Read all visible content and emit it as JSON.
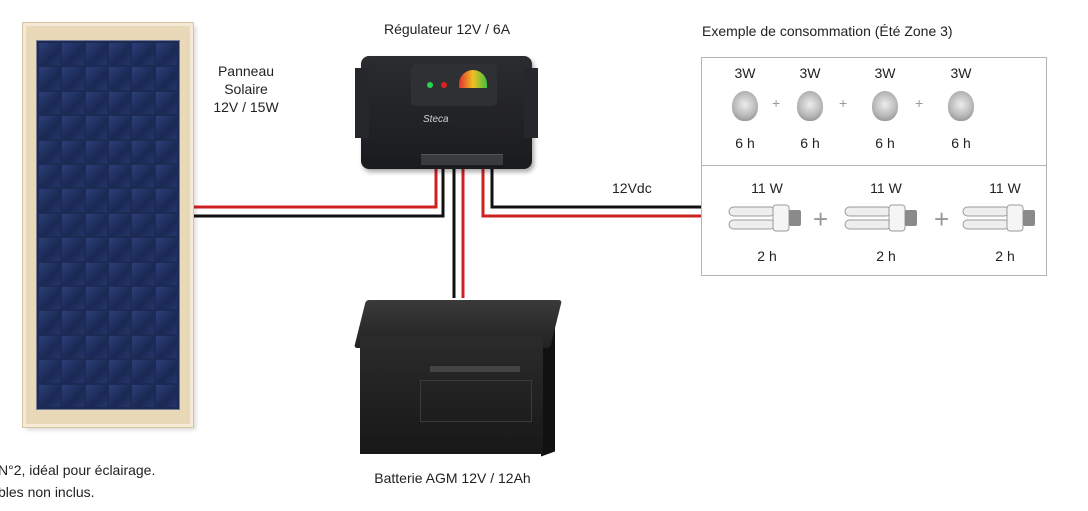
{
  "panel": {
    "label_line1": "Panneau",
    "label_line2": "Solaire",
    "label_line3": "12V / 15W"
  },
  "regulator": {
    "label": "Régulateur 12V / 6A",
    "brand": "Steca"
  },
  "battery": {
    "label": "Batterie AGM 12V / 12Ah"
  },
  "wire": {
    "label": "12Vdc",
    "color_red": "#cc2222",
    "color_black": "#111111"
  },
  "consumption": {
    "title": "Exemple de consommation (Été Zone 3)",
    "leds": [
      {
        "power": "3W",
        "hours": "6 h"
      },
      {
        "power": "3W",
        "hours": "6 h"
      },
      {
        "power": "3W",
        "hours": "6 h"
      },
      {
        "power": "3W",
        "hours": "6 h"
      }
    ],
    "cfls": [
      {
        "power": "11 W",
        "hours": "2 h"
      },
      {
        "power": "11 W",
        "hours": "2 h"
      },
      {
        "power": "11 W",
        "hours": "2 h"
      }
    ],
    "plus": "+"
  },
  "notes": {
    "line1": "N°2, idéal pour éclairage.",
    "line2": "bles non inclus."
  }
}
